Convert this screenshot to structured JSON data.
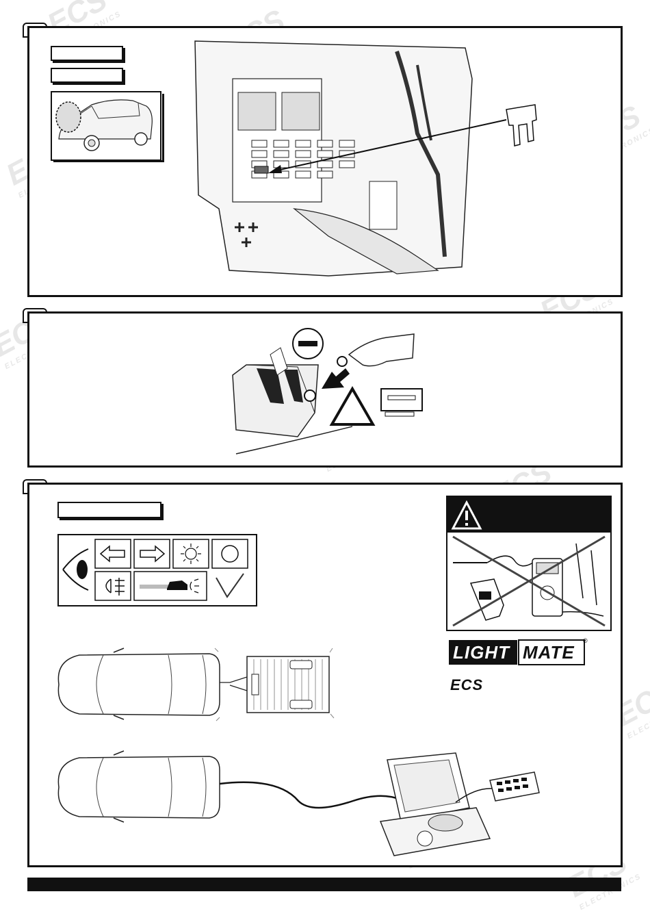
{
  "steps": [
    {
      "number": "",
      "labels": [
        "",
        ""
      ]
    },
    {
      "number": "",
      "labels": []
    },
    {
      "number": "",
      "labels": [
        ""
      ]
    }
  ],
  "warning": {
    "icon": "warning-triangle-icon",
    "title": ""
  },
  "brand": {
    "product": [
      "LIGHT",
      "MATE"
    ],
    "registered_mark": "®",
    "maker": "ECS"
  },
  "watermark": {
    "main": "ECS",
    "sub": "ELECTRONICS"
  },
  "icons": [
    "eye-icon",
    "left-arrow-icon",
    "right-arrow-icon",
    "sun-icon",
    "circle-icon",
    "rear-fog-lamp-icon",
    "reversing-car-icon",
    "check-icon"
  ],
  "colors": {
    "line": "#111111",
    "background": "#ffffff",
    "watermark": "#bbbbbb"
  }
}
